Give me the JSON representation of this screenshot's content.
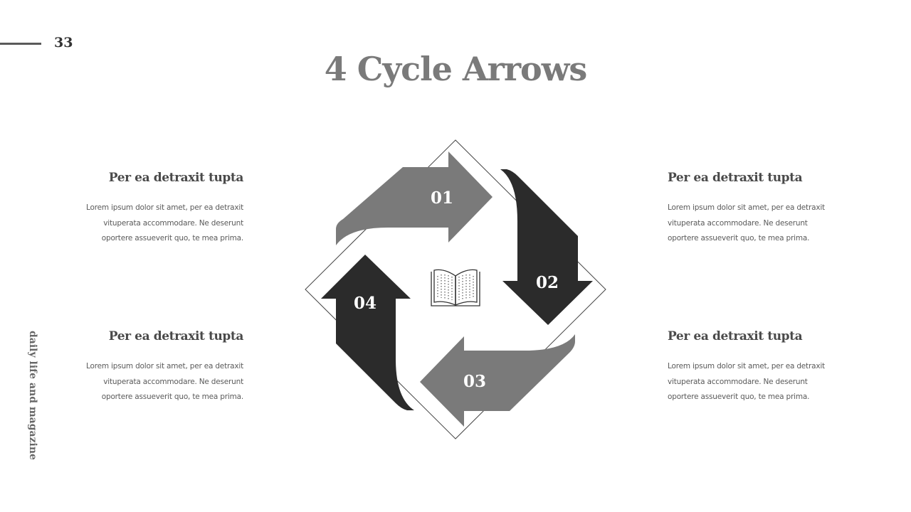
{
  "page_number": "33",
  "title": "4 Cycle Arrows",
  "side_text": "daily life and magazine",
  "blocks": [
    {
      "heading": "Per ea detraxit tupta",
      "lines": [
        "Lorem ipsum dolor sit amet, per ea detraxit",
        "vituperata accommodare. Ne deserunt",
        "oportere assueverit quo, te mea prima."
      ]
    },
    {
      "heading": "Per ea detraxit tupta",
      "lines": [
        "Lorem ipsum dolor sit amet, per ea detraxit",
        "vituperata accommodare. Ne deserunt",
        "oportere assueverit quo, te mea prima."
      ]
    },
    {
      "heading": "Per ea detraxit tupta",
      "lines": [
        "Lorem ipsum dolor sit amet, per ea detraxit",
        "vituperata accommodare. Ne deserunt",
        "oportere assueverit quo, te mea prima."
      ]
    },
    {
      "heading": "Per ea detraxit tupta",
      "lines": [
        "Lorem ipsum dolor sit amet, per ea detraxit",
        "vituperata accommodare. Ne deserunt",
        "oportere assueverit quo, te mea prima."
      ]
    }
  ],
  "steps": [
    {
      "label": "01"
    },
    {
      "label": "02"
    },
    {
      "label": "03"
    },
    {
      "label": "04"
    }
  ],
  "colors": {
    "dark": "#2b2b2b",
    "light": "#7a7a7a",
    "outline": "#444444"
  },
  "center_icon": "open-book-icon"
}
